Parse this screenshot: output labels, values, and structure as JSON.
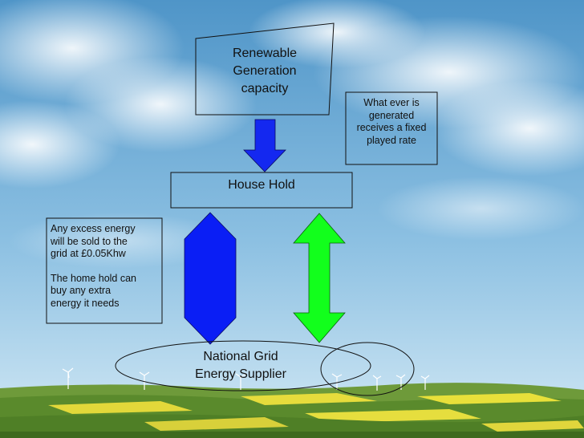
{
  "diagram": {
    "renewable_box": {
      "lines": [
        "Renewable",
        "Generation",
        "capacity"
      ]
    },
    "fixed_rate_note": {
      "lines": [
        "What ever is",
        "generated",
        "receives a fixed",
        "played rate"
      ]
    },
    "household_box": {
      "label": "House Hold"
    },
    "excess_note": {
      "para1": [
        "Any excess energy",
        "will be sold to the",
        "grid at £0.05Khw"
      ],
      "para2": [
        "The home hold can",
        "buy any extra",
        "energy it needs"
      ]
    },
    "national_grid": {
      "lines": [
        "National Grid",
        "Energy Supplier"
      ]
    }
  },
  "colors": {
    "sky_top": "#5a9fd0",
    "sky_bottom": "#cfe6f4",
    "down_arrow": "#1428f0",
    "left_arrow": "#0a1ef5",
    "right_arrow": "#12ff1c",
    "field_green": "#5f8f30",
    "field_yellow": "#e8e03a"
  }
}
